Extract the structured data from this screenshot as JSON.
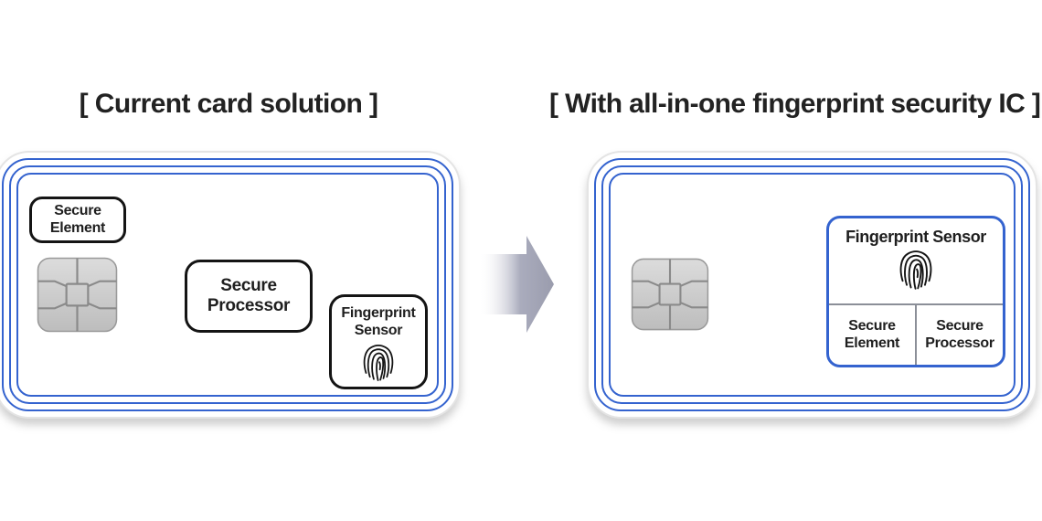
{
  "titles": {
    "left": "[ Current card solution ]",
    "right": "[ With all-in-one fingerprint security IC ]"
  },
  "left_card": {
    "secure_element": {
      "line1": "Secure",
      "line2": "Element"
    },
    "secure_processor": {
      "line1": "Secure",
      "line2": "Processor"
    },
    "fingerprint_sensor": {
      "line1": "Fingerprint",
      "line2": "Sensor"
    }
  },
  "right_card": {
    "combo": {
      "fingerprint_label": "Fingerprint Sensor",
      "secure_element": {
        "line1": "Secure",
        "line2": "Element"
      },
      "secure_processor": {
        "line1": "Secure",
        "line2": "Processor"
      }
    }
  },
  "icons": {
    "chip": "smart-card-chip-icon",
    "fingerprint": "fingerprint-icon",
    "arrow": "right-arrow-icon"
  },
  "colors": {
    "accent_blue": "#3463cf",
    "box_border_black": "#141414",
    "divider_gray": "#8b8f98",
    "arrow_gray": "#9a9cad",
    "chip_gray": "#cccccc",
    "chip_line_gray": "#8a8a8a",
    "text_dark": "#222222"
  }
}
